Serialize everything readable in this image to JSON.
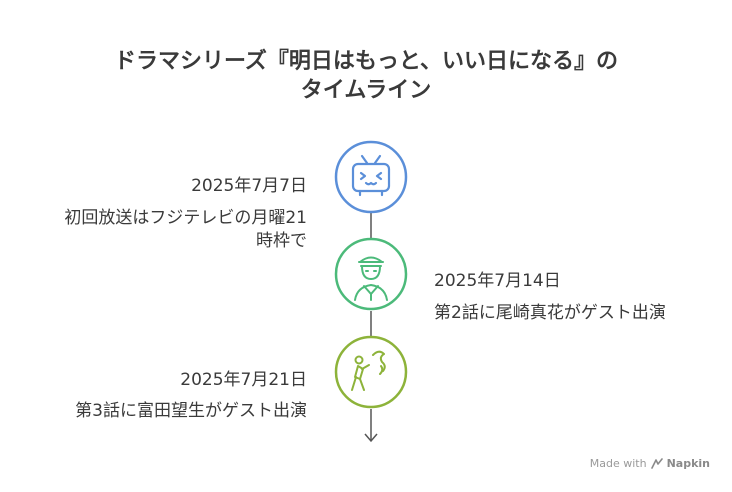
{
  "title": {
    "line1": "ドラマシリーズ『明日はもっと、いい日になる』の",
    "line2": "タイムライン"
  },
  "events": [
    {
      "date": "2025年7月7日",
      "description_line1": "初回放送はフジテレビの月曜21",
      "description_line2": "時枠で",
      "icon": "tv-icon",
      "color": "#5b8fd9"
    },
    {
      "date": "2025年7月14日",
      "description_line1": "第2話に尾崎真花がゲスト出演",
      "icon": "sailor-person-icon",
      "color": "#4cba7a"
    },
    {
      "date": "2025年7月21日",
      "description_line1": "第3話に富田望生がゲスト出演",
      "icon": "throwing-person-icon",
      "color": "#8db33a"
    }
  ],
  "watermark": {
    "prefix": "Made with",
    "brand": "Napkin"
  }
}
